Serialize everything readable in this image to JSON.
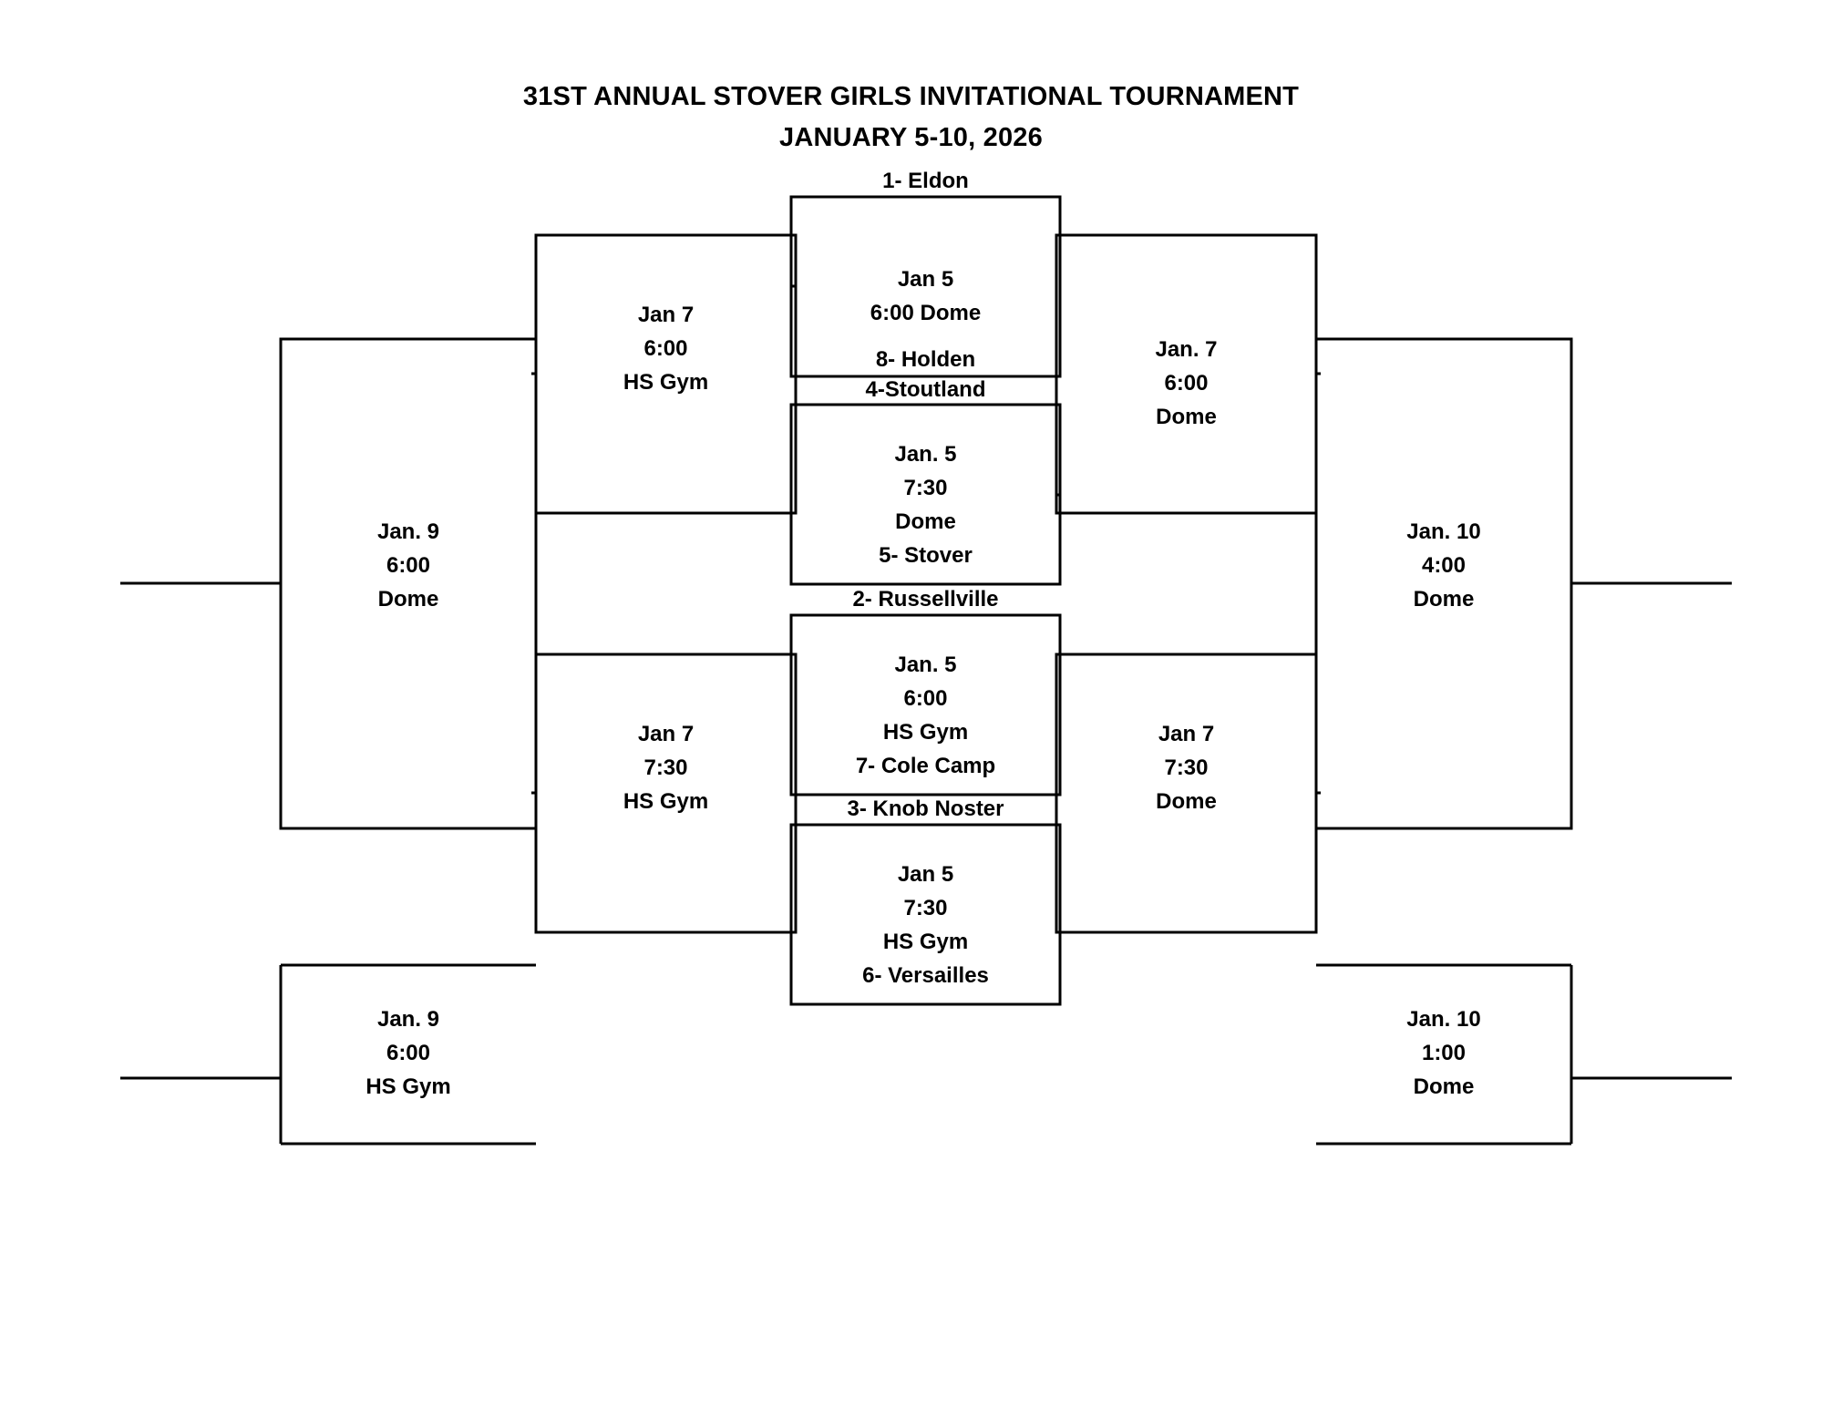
{
  "title": {
    "line1": "31ST ANNUAL STOVER GIRLS INVITATIONAL TOURNAMENT",
    "line2": "JANUARY 5-10, 2026"
  },
  "colors": {
    "line": "#000000",
    "text": "#000000",
    "background": "#ffffff"
  },
  "seeds": {
    "s1": "1- Eldon",
    "s8": "8- Holden",
    "s4": "4-Stoutland",
    "s5": "5- Stover",
    "s2": "2- Russellville",
    "s7": "7- Cole Camp",
    "s3": "3- Knob Noster",
    "s6": "6- Versailles"
  },
  "round1": {
    "game1": {
      "date": "Jan 5",
      "time_site": "6:00 Dome",
      "top_seed": "1- Eldon",
      "bottom_seed": "8- Holden"
    },
    "game2": {
      "date": "Jan. 5",
      "time": "7:30",
      "site": "Dome",
      "top_seed": "4-Stoutland",
      "bottom_seed": "5- Stover"
    },
    "game3": {
      "date": "Jan. 5",
      "time": "6:00",
      "site": "HS Gym",
      "top_seed": "2- Russellville",
      "bottom_seed": "7- Cole Camp"
    },
    "game4": {
      "date": "Jan 5",
      "time": "7:30",
      "site": "HS Gym",
      "top_seed": "3- Knob Noster",
      "bottom_seed": "6- Versailles"
    }
  },
  "round2_left": {
    "upper": {
      "date": "Jan 7",
      "time": "6:00",
      "site": "HS Gym"
    },
    "lower": {
      "date": "Jan 7",
      "time": "7:30",
      "site": "HS Gym"
    }
  },
  "round2_right": {
    "upper": {
      "date": "Jan. 7",
      "time": "6:00",
      "site": "Dome"
    },
    "lower": {
      "date": "Jan 7",
      "time": "7:30",
      "site": "Dome"
    }
  },
  "round3_left": {
    "date": "Jan. 9",
    "time": "6:00",
    "site": "Dome"
  },
  "round3_right": {
    "date": "Jan. 10",
    "time": "4:00",
    "site": "Dome"
  },
  "consolation_left": {
    "date": "Jan. 9",
    "time": "6:00",
    "site": "HS Gym"
  },
  "consolation_right": {
    "date": "Jan. 10",
    "time": "1:00",
    "site": "Dome"
  }
}
